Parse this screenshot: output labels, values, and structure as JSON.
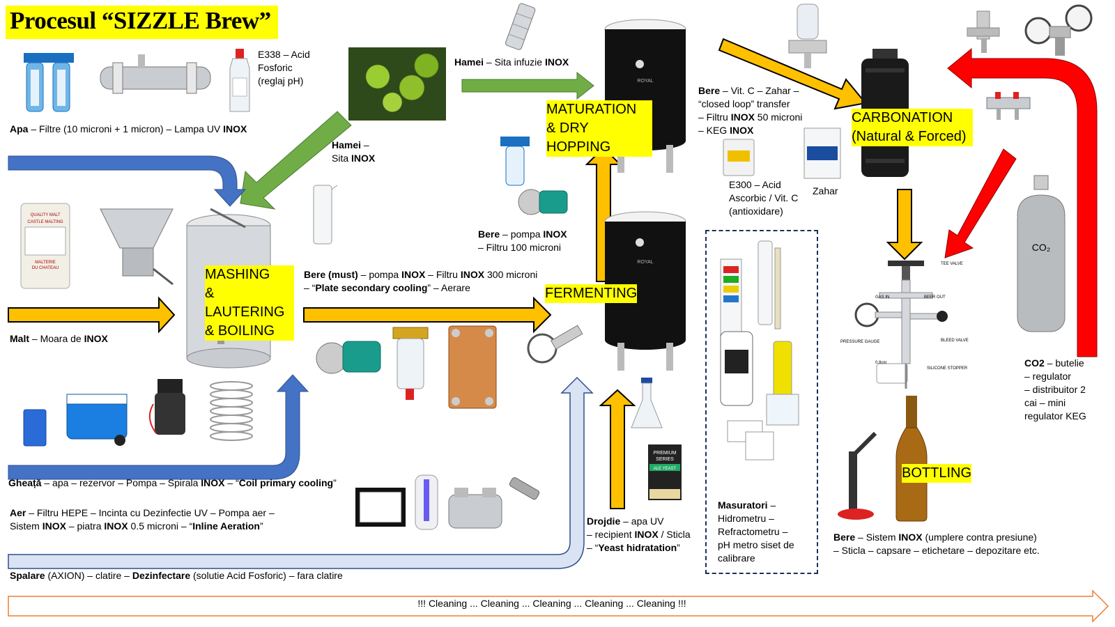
{
  "title": "Procesul “SIZZLE Brew”",
  "stages": {
    "mashing": [
      "MASHING",
      "& LAUTERING",
      "& BOILING"
    ],
    "maturation": [
      "MATURATION",
      "& DRY HOPPING"
    ],
    "fermenting": "FERMENTING",
    "carbonation": [
      "CARBONATION",
      "(Natural & Forced)"
    ],
    "bottling": "BOTTLING"
  },
  "labels": {
    "apa": {
      "bold": "Apa",
      "text": " – Filtre (10 microni + 1 micron) – Lampa UV ",
      "bold2": "INOX"
    },
    "e338": [
      "E338 – Acid",
      "Fosforic",
      "(reglaj pH)"
    ],
    "hamei1": {
      "bold": "Hamei",
      "text": " – Sita infuzie ",
      "bold2": "INOX"
    },
    "hamei2": {
      "line1": "Hamei",
      "line1_suffix": " –",
      "line2": "Sita ",
      "line2_bold": "INOX"
    },
    "malt": {
      "bold": "Malt",
      "text": " – Moara de ",
      "bold2": "INOX"
    },
    "bere_pompa": {
      "l1_bold": "Bere",
      "l1_text": " – pompa ",
      "l1_bold2": "INOX",
      "l2": "– Filtru 100 microni"
    },
    "bere_must": {
      "l1_bold": "Bere (must)",
      "l1_t1": " – pompa ",
      "l1_b2": "INOX",
      "l1_t2": " – Filtru ",
      "l1_b3": "INOX",
      "l1_t3": " 300 microni",
      "l2_t1": "– “",
      "l2_b": "Plate secondary cooling",
      "l2_t2": "” – Aerare"
    },
    "bere_vitc": {
      "l1_bold": "Bere",
      "l1_text": " – Vit. C – Zahar –",
      "l2": "“closed loop” transfer",
      "l3_t1": "– Filtru ",
      "l3_b": "INOX",
      "l3_t2": " 50 microni",
      "l4_t1": "– KEG ",
      "l4_b": "INOX"
    },
    "e300": [
      "E300 – Acid",
      "Ascorbic / Vit. C",
      "(antioxidare)"
    ],
    "zahar": "Zahar",
    "gheata": {
      "bold": "Gheață",
      "text": " – apa – rezervor – Pompa –  Spirala ",
      "bold2": "INOX",
      "text2": " – “",
      "bold3": "Coil primary cooling",
      "text3": "”"
    },
    "aer": {
      "l1_bold": "Aer",
      "l1_text": " – Filtru HEPE – Incinta cu Dezinfectie UV – Pompa aer –",
      "l2_t1": "Sistem ",
      "l2_b1": "INOX",
      "l2_t2": " – piatra ",
      "l2_b2": "INOX",
      "l2_t3": " 0.5 microni – “",
      "l2_b3": "Inline Aeration",
      "l2_t4": "”"
    },
    "drojdie": {
      "l1_bold": "Drojdie",
      "l1_text": " – apa UV",
      "l2_t1": "– recipient ",
      "l2_b": "INOX",
      "l2_t2": " / Sticla",
      "l3_t1": "– “",
      "l3_b": "Yeast hidratation",
      "l3_t2": "”"
    },
    "masuratori": {
      "bold": "Masuratori",
      "suffix": " –",
      "lines": [
        "Hidrometru –",
        "Refractometru –",
        "pH metro siset de",
        "calibrare"
      ]
    },
    "bere_sistem": {
      "l1_bold": "Bere",
      "l1_t1": " – Sistem ",
      "l1_b": "INOX",
      "l1_t2": " (umplere contra presiune)",
      "l2": "– Sticla – capsare – etichetare – depozitare etc."
    },
    "co2": {
      "bold": "CO2",
      "l1_suffix": " – butelie",
      "lines": [
        "– regulator",
        "– distribuitor 2",
        "cai – mini",
        "regulator KEG"
      ]
    },
    "spalare": {
      "b1": "Spalare",
      "t1": " (AXION) – clatire –  ",
      "b2": "Dezinfectare",
      "t2": " (solutie Acid Fosforic) – fara clatire"
    },
    "cleaning": "!!! Cleaning ... Cleaning ... Cleaning ... Cleaning ... Cleaning !!!"
  },
  "valve_labels": {
    "tee": "TEE VALVE",
    "gas_in": "GAS IN",
    "beer_out": "BEER OUT",
    "pressure": "PRESSURE GAUGE",
    "bleed": "BLEED VALVE",
    "silicone": "SILICONE STOPPER",
    "size": "0.8cm"
  },
  "product_labels": {
    "malt_bag": [
      "QUALITY MALT",
      "CASTLE MALTING",
      "MALTERIE",
      "DU CHATEAU"
    ],
    "yeast": [
      "PREMIUM",
      "SERIES",
      "ALE YEAST"
    ],
    "co2_bottle": "CO₂",
    "fermenter_brand": "ROYAL"
  },
  "colors": {
    "yellow_arrow": "#ffc000",
    "green_arrow": "#70ad47",
    "blue_arrow": "#4472c4",
    "light_blue_arrow": "#dae3f3",
    "red_arrow": "#ff0000",
    "highlight": "#ffff00",
    "cleaning_arrow": "#ed7d31"
  }
}
